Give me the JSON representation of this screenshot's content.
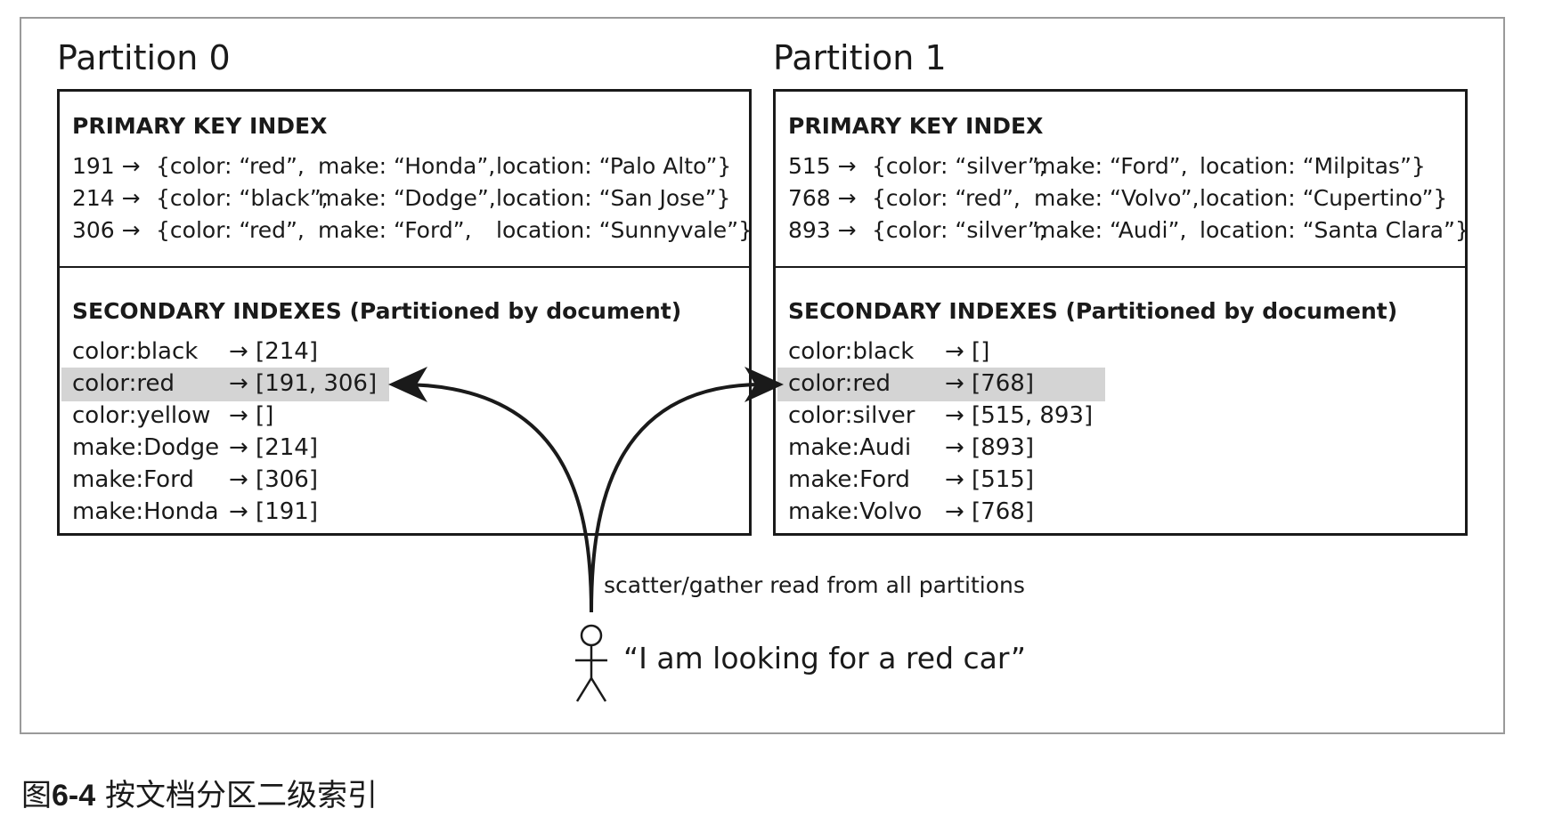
{
  "partitions": [
    {
      "title": "Partition 0",
      "primary_title": "PRIMARY KEY INDEX",
      "primary_rows": [
        {
          "id": "191 →",
          "color": "{color: “red”,",
          "make": "make: “Honda”,",
          "location": "location: “Palo Alto”}"
        },
        {
          "id": "214 →",
          "color": "{color: “black”,",
          "make": "make: “Dodge”,",
          "location": "location: “San Jose”}"
        },
        {
          "id": "306 →",
          "color": "{color: “red”,",
          "make": "make: “Ford”,",
          "location": "location: “Sunnyvale”}"
        }
      ],
      "secondary_title": "SECONDARY INDEXES (Partitioned by document)",
      "secondary_rows": [
        {
          "key": "color:black",
          "value": "→ [214]"
        },
        {
          "key": "color:red",
          "value": "→ [191, 306]"
        },
        {
          "key": "color:yellow",
          "value": "→ []"
        },
        {
          "key": "make:Dodge",
          "value": "→ [214]"
        },
        {
          "key": "make:Ford",
          "value": "→ [306]"
        },
        {
          "key": "make:Honda",
          "value": "→ [191]"
        }
      ]
    },
    {
      "title": "Partition 1",
      "primary_title": "PRIMARY KEY INDEX",
      "primary_rows": [
        {
          "id": "515 →",
          "color": "{color: “silver”,",
          "make": "make: “Ford”,",
          "location": "location: “Milpitas”}"
        },
        {
          "id": "768 →",
          "color": "{color: “red”,",
          "make": "make: “Volvo”,",
          "location": "location: “Cupertino”}"
        },
        {
          "id": "893 →",
          "color": "{color: “silver”,",
          "make": "make: “Audi”,",
          "location": "location: “Santa Clara”}"
        }
      ],
      "secondary_title": "SECONDARY INDEXES (Partitioned by document)",
      "secondary_rows": [
        {
          "key": "color:black",
          "value": "→ []"
        },
        {
          "key": "color:red",
          "value": "→ [768]"
        },
        {
          "key": "color:silver",
          "value": "→ [515, 893]"
        },
        {
          "key": "make:Audi",
          "value": "→ [893]"
        },
        {
          "key": "make:Ford",
          "value": "→ [515]"
        },
        {
          "key": "make:Volvo",
          "value": "→ [768]"
        }
      ]
    }
  ],
  "scatter_label": "scatter/gather read from all partitions",
  "quote": "“I am looking for a red car”",
  "caption": {
    "prefix": "图",
    "number": "6-4",
    "text": " 按文档分区二级索引"
  },
  "colors": {
    "highlight": "#d4d4d4",
    "border": "#1a1a1a",
    "frame": "#9a9a9a"
  }
}
